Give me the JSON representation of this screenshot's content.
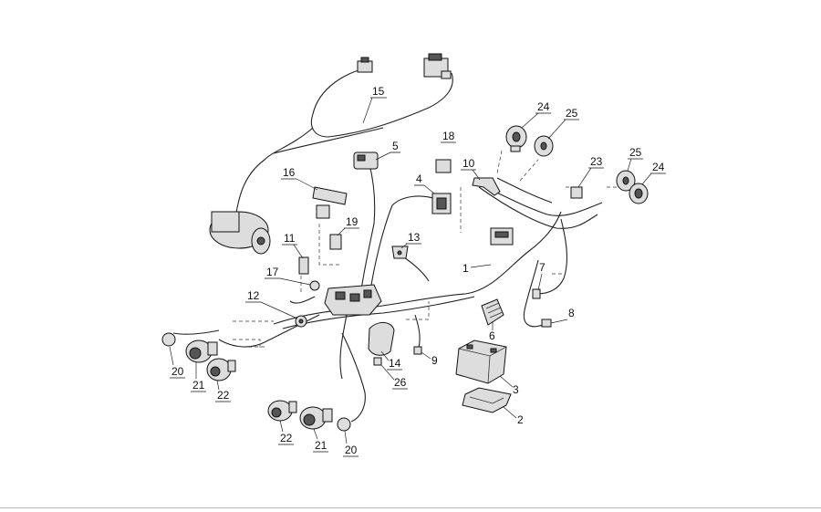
{
  "diagram": {
    "callouts": [
      {
        "id": "c1",
        "label": "1"
      },
      {
        "id": "c2",
        "label": "2"
      },
      {
        "id": "c3",
        "label": "3"
      },
      {
        "id": "c4",
        "label": "4"
      },
      {
        "id": "c5",
        "label": "5"
      },
      {
        "id": "c6",
        "label": "6"
      },
      {
        "id": "c7",
        "label": "7"
      },
      {
        "id": "c8",
        "label": "8"
      },
      {
        "id": "c9",
        "label": "9"
      },
      {
        "id": "c10",
        "label": "10"
      },
      {
        "id": "c11",
        "label": "11"
      },
      {
        "id": "c12",
        "label": "12"
      },
      {
        "id": "c13",
        "label": "13"
      },
      {
        "id": "c14",
        "label": "14"
      },
      {
        "id": "c15",
        "label": "15"
      },
      {
        "id": "c16",
        "label": "16"
      },
      {
        "id": "c17",
        "label": "17"
      },
      {
        "id": "c18",
        "label": "18"
      },
      {
        "id": "c19",
        "label": "19"
      },
      {
        "id": "c20a",
        "label": "20"
      },
      {
        "id": "c20b",
        "label": "20"
      },
      {
        "id": "c21a",
        "label": "21"
      },
      {
        "id": "c21b",
        "label": "21"
      },
      {
        "id": "c22a",
        "label": "22"
      },
      {
        "id": "c22b",
        "label": "22"
      },
      {
        "id": "c23",
        "label": "23"
      },
      {
        "id": "c24a",
        "label": "24"
      },
      {
        "id": "c24b",
        "label": "24"
      },
      {
        "id": "c25a",
        "label": "25"
      },
      {
        "id": "c25b",
        "label": "25"
      },
      {
        "id": "c26",
        "label": "26"
      }
    ]
  }
}
